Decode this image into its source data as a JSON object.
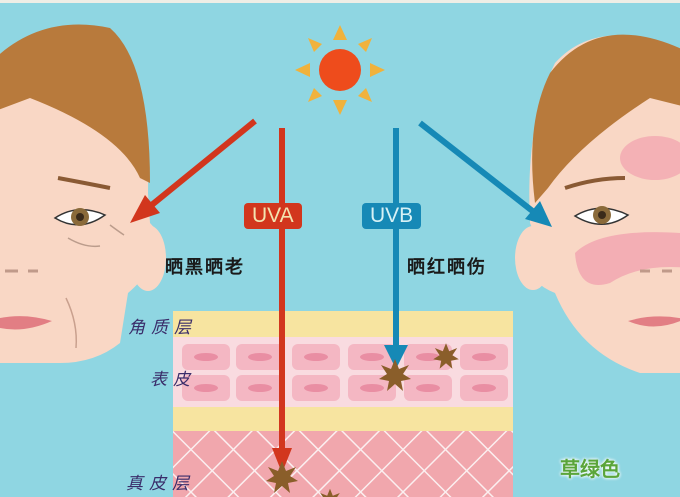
{
  "diagram": {
    "type": "infographic",
    "topic": "UV rays effects on skin",
    "sun": {
      "icon": "sun-icon",
      "color": "#ee4c1c",
      "ray_color": "#f0b23c"
    },
    "rays": [
      {
        "label": "UVA",
        "color": "#d2361d",
        "effect": "晒黑晒老",
        "penetrates_to": "真皮层"
      },
      {
        "label": "UVB",
        "color": "#1689b6",
        "effect": "晒红晒伤",
        "penetrates_to": "表皮"
      }
    ],
    "skin_layers": [
      {
        "name": "角质层",
        "color": "#f7e4a0"
      },
      {
        "name": "表皮",
        "color": "#f7c9d2"
      },
      {
        "name": "真皮层",
        "color": "#f1a7ad"
      }
    ],
    "faces": [
      {
        "side": "left",
        "description": "aged skin with wrinkles and sagging"
      },
      {
        "side": "right",
        "description": "sunburned skin with red patches"
      }
    ],
    "watermark": "草绿色",
    "colors": {
      "background": "#8fd6e2",
      "hair": "#b87a3c",
      "skin": "#f9d7c5"
    }
  }
}
